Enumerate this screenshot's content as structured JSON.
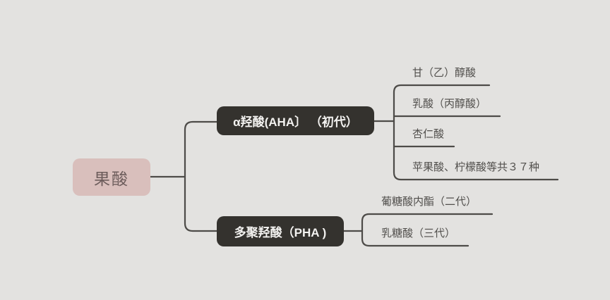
{
  "colors": {
    "bg": "#e3e2e0",
    "line": "#4d4b48",
    "root-bg": "#d9bfbc",
    "root-text": "#6d5d5c",
    "branch-bg": "#34322e",
    "branch-text": "#f3f2f0",
    "leaf-text": "#514f4c"
  },
  "mindmap": {
    "root": {
      "label": "果酸"
    },
    "branches": [
      {
        "label": "α羟酸(AHA〕 （初代）",
        "children": [
          "甘（乙）醇酸",
          "乳酸（丙醇酸）",
          "杏仁酸",
          "苹果酸、柠檬酸等共３７种"
        ]
      },
      {
        "label": "多聚羟酸（PHA )",
        "children": [
          "葡糖酸内酯（二代）",
          "乳糖酸（三代）"
        ]
      }
    ]
  }
}
